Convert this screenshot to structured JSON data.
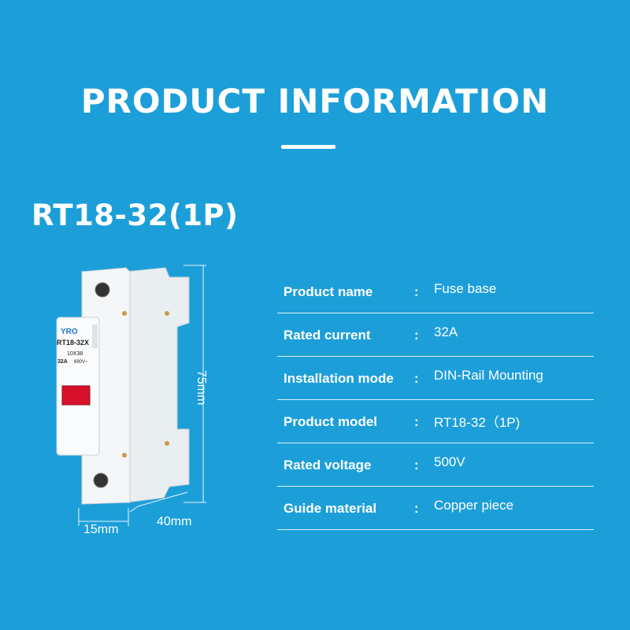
{
  "header": {
    "title": "PRODUCT INFORMATION"
  },
  "product": {
    "model_title": "RT18-32(1P)"
  },
  "label": {
    "brand": "YRO",
    "model": "RT18-32X",
    "size": "10X38",
    "current": "32A",
    "voltage": "690V~"
  },
  "dimensions": {
    "height": "75mm",
    "width": "15mm",
    "depth": "40mm"
  },
  "specs": [
    {
      "key": "Product name",
      "value": "Fuse base"
    },
    {
      "key": "Rated current",
      "value": "32A"
    },
    {
      "key": "Installation mode",
      "value": "DIN-Rail Mounting"
    },
    {
      "key": "Product model",
      "value": "RT18-32（1P)"
    },
    {
      "key": "Rated voltage",
      "value": "500V"
    },
    {
      "key": "Guide material",
      "value": "Copper piece"
    }
  ],
  "separator": ":",
  "colors": {
    "background": "#1c9fd9",
    "text": "#ffffff",
    "indicator": "#d8102a"
  }
}
